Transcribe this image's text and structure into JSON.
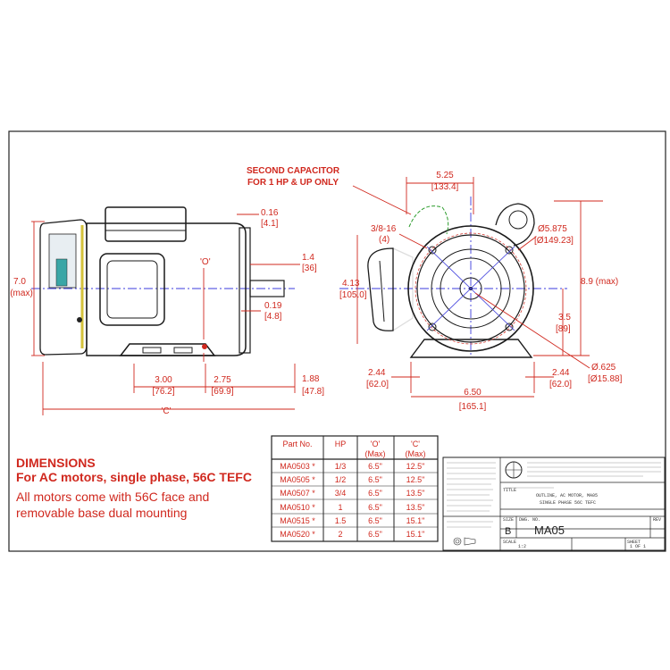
{
  "notes": {
    "second_capacitor_line1": "SECOND CAPACITOR",
    "second_capacitor_line2": "FOR 1 HP & UP ONLY"
  },
  "side_view": {
    "height_in": "7.0",
    "height_note": "(max)",
    "offset_in": "0.16",
    "offset_mm": "[4.1]",
    "shaft_in": "1.4",
    "shaft_mm": "[36]",
    "shaft_flat_in": "0.19",
    "shaft_flat_mm": "[4.8]",
    "c_dim": "'C'",
    "o_dim": "'O'",
    "foot_left_in": "3.00",
    "foot_left_mm": "[76.2]",
    "foot_span_in": "2.75",
    "foot_span_mm": "[69.9]",
    "end_in": "1.88",
    "end_mm": "[47.8]"
  },
  "front_view": {
    "width_in": "5.25",
    "width_mm": "[133.4]",
    "conduit_in": "3/8-16",
    "conduit_count": "(4)",
    "center_height_in": "4.13",
    "center_height_mm": "[105.0]",
    "face_dia_in": "Ø5.875",
    "face_dia_mm": "[Ø149.23]",
    "overall_height": "8.9 (max)",
    "shaft_height_in": "3.5",
    "shaft_height_mm": "[89]",
    "foot_left_in": "2.44",
    "foot_left_mm": "[62.0]",
    "foot_right_in": "2.44",
    "foot_right_mm": "[62.0]",
    "base_in": "6.50",
    "base_mm": "[165.1]",
    "shaft_dia_in": "Ø.625",
    "shaft_dia_mm": "[Ø15.88]"
  },
  "caption": {
    "heading": "DIMENSIONS",
    "subheading": "For AC motors, single phase, 56C TEFC",
    "body": "All motors come with 56C face and removable base dual mounting"
  },
  "table": {
    "headers": [
      {
        "line1": "Part No.",
        "line2": ""
      },
      {
        "line1": "HP",
        "line2": ""
      },
      {
        "line1": "'O'",
        "line2": "(Max)"
      },
      {
        "line1": "'C'",
        "line2": "(Max)"
      }
    ],
    "rows": [
      [
        "MA0503 *",
        "1/3",
        "6.5\"",
        "12.5\""
      ],
      [
        "MA0505 *",
        "1/2",
        "6.5\"",
        "12.5\""
      ],
      [
        "MA0507 *",
        "3/4",
        "6.5\"",
        "13.5\""
      ],
      [
        "MA0510 *",
        "1",
        "6.5\"",
        "13.5\""
      ],
      [
        "MA0515 *",
        "1.5",
        "6.5\"",
        "15.1\""
      ],
      [
        "MA0520 *",
        "2",
        "6.5\"",
        "15.1\""
      ]
    ]
  },
  "title_block": {
    "title_line1": "OUTLINE, AC MOTOR, MA05",
    "title_line2": "SINGLE PHASE 56C TEFC",
    "size": "B",
    "dwg_no": "MA05",
    "scale": "1:2",
    "sheet": "1 OF 1",
    "label_title": "TITLE",
    "label_size": "SIZE",
    "label_dwg": "DWG. NO.",
    "label_rev": "REV",
    "label_scale": "SCALE",
    "label_sheet": "SHEET"
  }
}
